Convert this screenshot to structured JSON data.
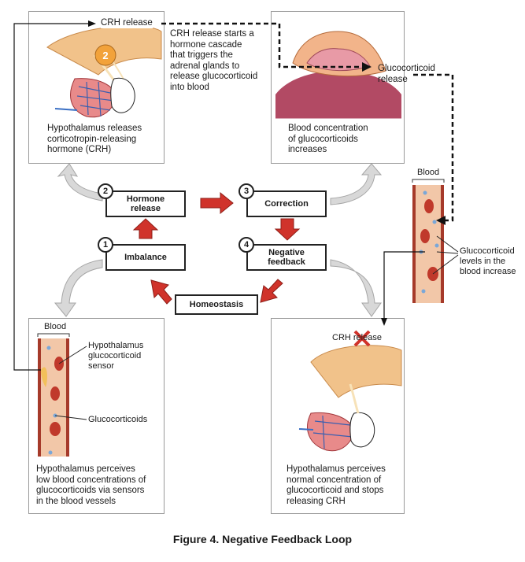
{
  "figure": {
    "caption": "Figure 4. Negative Feedback Loop",
    "colors": {
      "vessel": "#f2c7a8",
      "vessel_wall": "#a63a2a",
      "blood_cell": "#c0392b",
      "glucocorticoid": "#7aa7d8",
      "step_arrow": "#d0332b",
      "gray_arrow": "#c8c8c8"
    }
  },
  "panels": {
    "top_left": {
      "label_crh": "CRH release",
      "caption": "Hypothalamus releases\ncorticotropin-releasing\nhormone (CRH)"
    },
    "top_middle_note": "CRH release starts a\nhormone cascade\nthat triggers the\nadrenal glands to\nrelease glucocorticoid\ninto blood",
    "top_right": {
      "label_gluco": "Glucocorticoid\nrelease",
      "caption": "Blood concentration\nof glucocorticoids\nincreases"
    },
    "right_vessel": {
      "blood_label": "Blood",
      "levels_label": "Glucocorticoid\nlevels in the\nblood increase"
    },
    "bottom_left": {
      "blood_label": "Blood",
      "sensor_label": "Hypothalamus\nglucocorticoid\nsensor",
      "gluco_label": "Glucocorticoids",
      "caption": "Hypothalamus perceives\nlow blood concentrations of\nglucocorticoids via sensors\nin the blood vessels"
    },
    "bottom_right": {
      "crh_label": "CRH release",
      "caption": "Hypothalamus perceives\nnormal concentration of\nglucocorticoid and stops\nreleasing CRH"
    }
  },
  "steps": [
    {
      "number": "1",
      "label": "Imbalance"
    },
    {
      "number": "2",
      "label": "Hormone\nrelease"
    },
    {
      "number": "3",
      "label": "Correction"
    },
    {
      "number": "4",
      "label": "Negative\nfeedback"
    }
  ],
  "homeostasis": "Homeostasis"
}
